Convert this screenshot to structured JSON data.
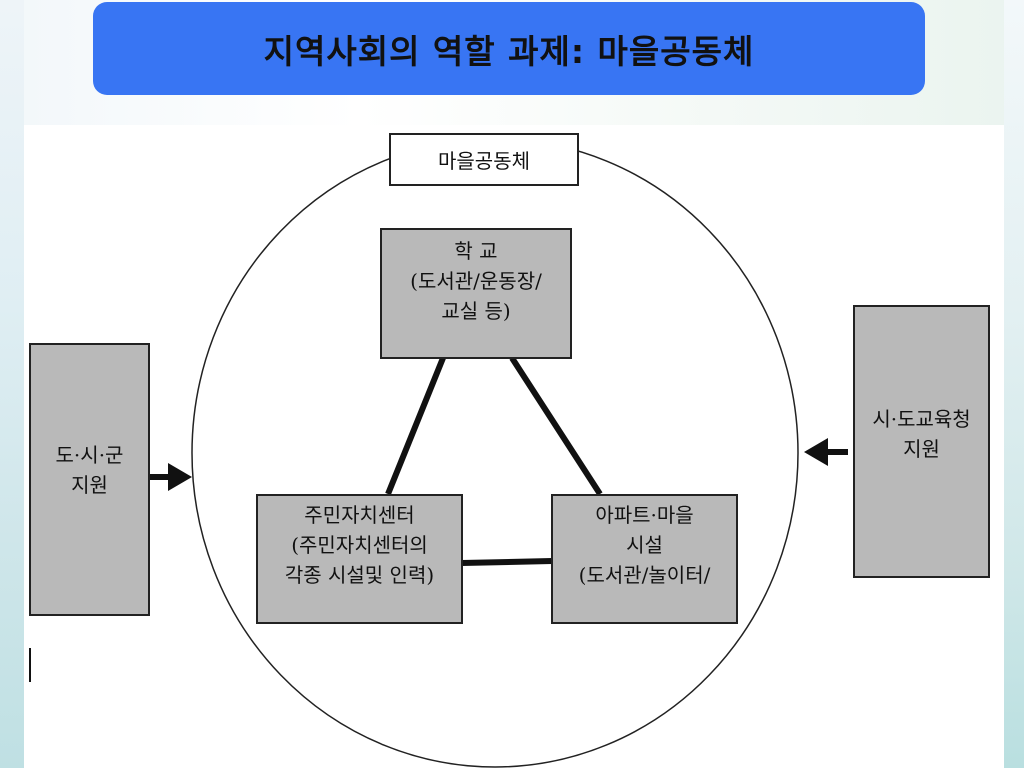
{
  "title": "지역사회의 역할 과제: 마을공동체",
  "diagram": {
    "community_label": "마을공동체",
    "school": {
      "lines": "학  교\n(도서관/운동장/\n교실 등)"
    },
    "center": {
      "lines": "주민자치센터\n(주민자치센터의\n각종 시설및 인력)"
    },
    "apartment": {
      "lines": "아파트·마을\n시설\n(도서관/놀이터/"
    },
    "left_support": {
      "lines": "도·시·군\n지원"
    },
    "right_support": {
      "lines": "시·도교육청\n지원"
    }
  },
  "colors": {
    "title_bg": "#3875f3",
    "box_fill": "#b9b9b9",
    "stroke": "#222222"
  }
}
